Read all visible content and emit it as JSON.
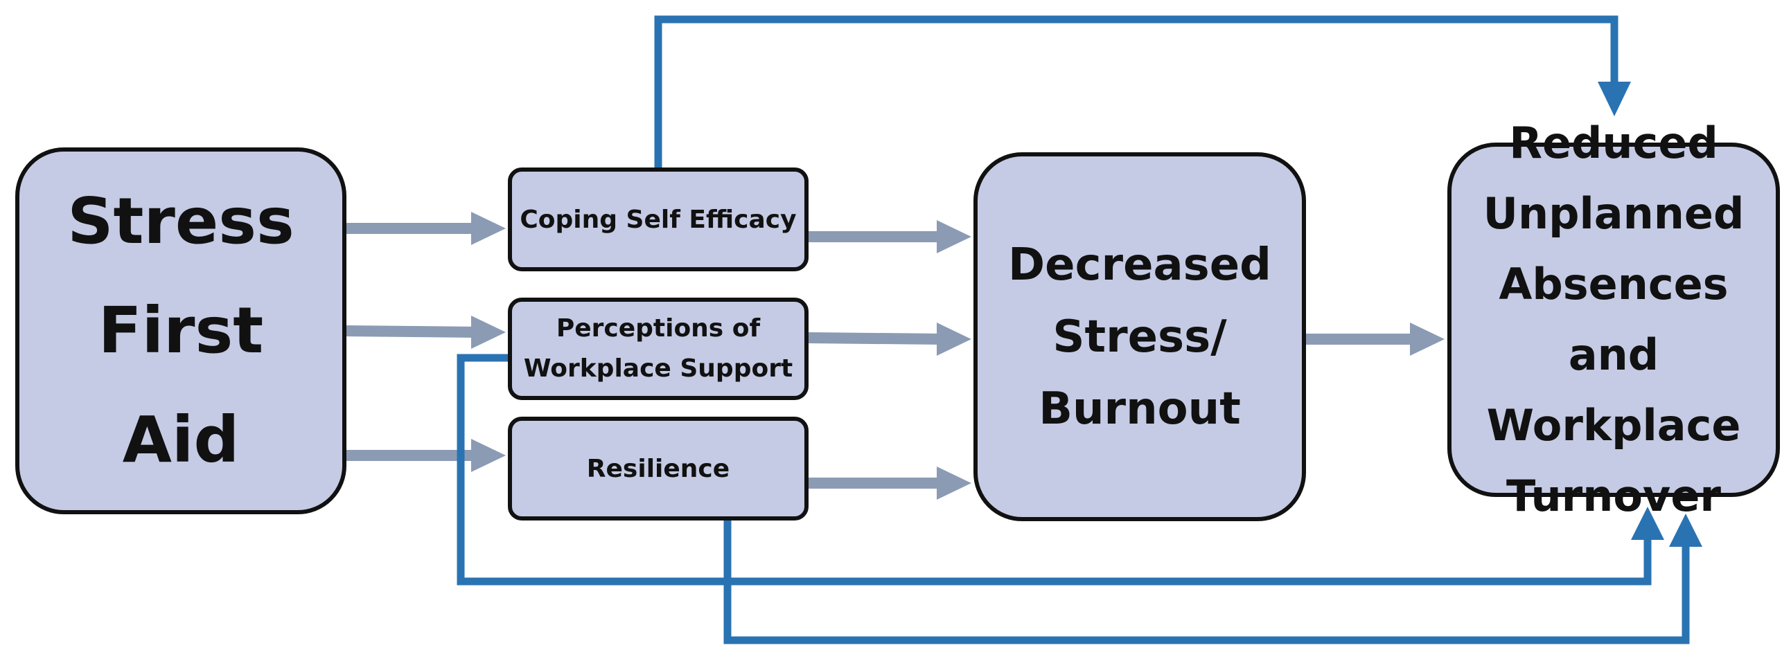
{
  "nodes": {
    "stress_first_aid": {
      "lines": [
        "Stress",
        "First",
        "Aid"
      ]
    },
    "coping_self_efficacy": {
      "lines": [
        "Coping Self Efficacy"
      ]
    },
    "perceptions_workplace_support": {
      "lines": [
        "Perceptions of",
        "Workplace Support"
      ]
    },
    "resilience": {
      "lines": [
        "Resilience"
      ]
    },
    "decreased_stress_burnout": {
      "lines": [
        "Decreased",
        "Stress/",
        "Burnout"
      ]
    },
    "reduced_absences_turnover": {
      "lines": [
        "Reduced",
        "Unplanned",
        "Absences and",
        "Workplace",
        "Turnover"
      ]
    }
  },
  "colors": {
    "node_fill": "#c5cbe4",
    "node_border": "#111111",
    "mediator_arrow": "#8b9bb4",
    "direct_path": "#2a73b2"
  }
}
